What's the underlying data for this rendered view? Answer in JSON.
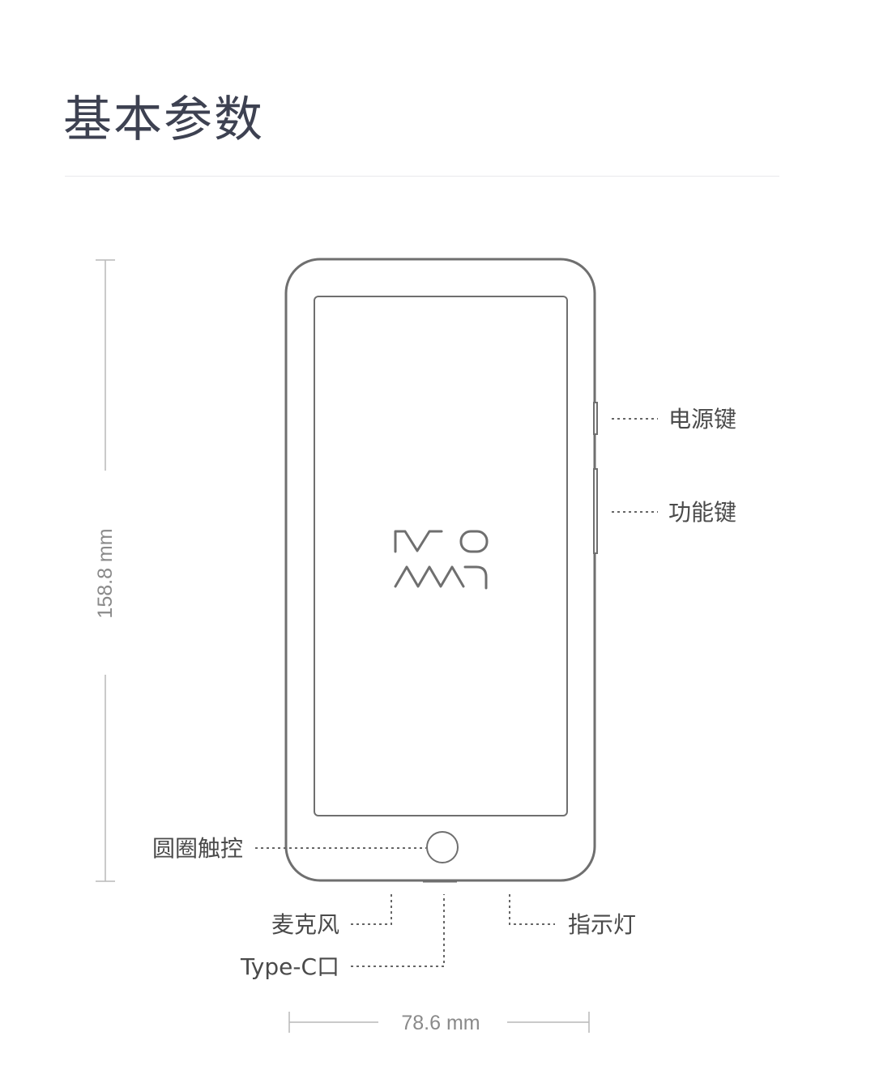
{
  "title": "基本参数",
  "brand": {
    "logo_text": "MOAAN"
  },
  "labels": {
    "power_key": "电源键",
    "function_key": "功能键",
    "ring_touch": "圆圈触控",
    "microphone": "麦克风",
    "type_c": "Type-C口",
    "indicator": "指示灯"
  },
  "dimensions": {
    "height": "158.8 mm",
    "width": "78.6 mm"
  },
  "colors": {
    "title": "#3d4151",
    "outline": "#6f6f6f",
    "text": "#4a4a4a",
    "dimension": "#8a8a8a"
  }
}
